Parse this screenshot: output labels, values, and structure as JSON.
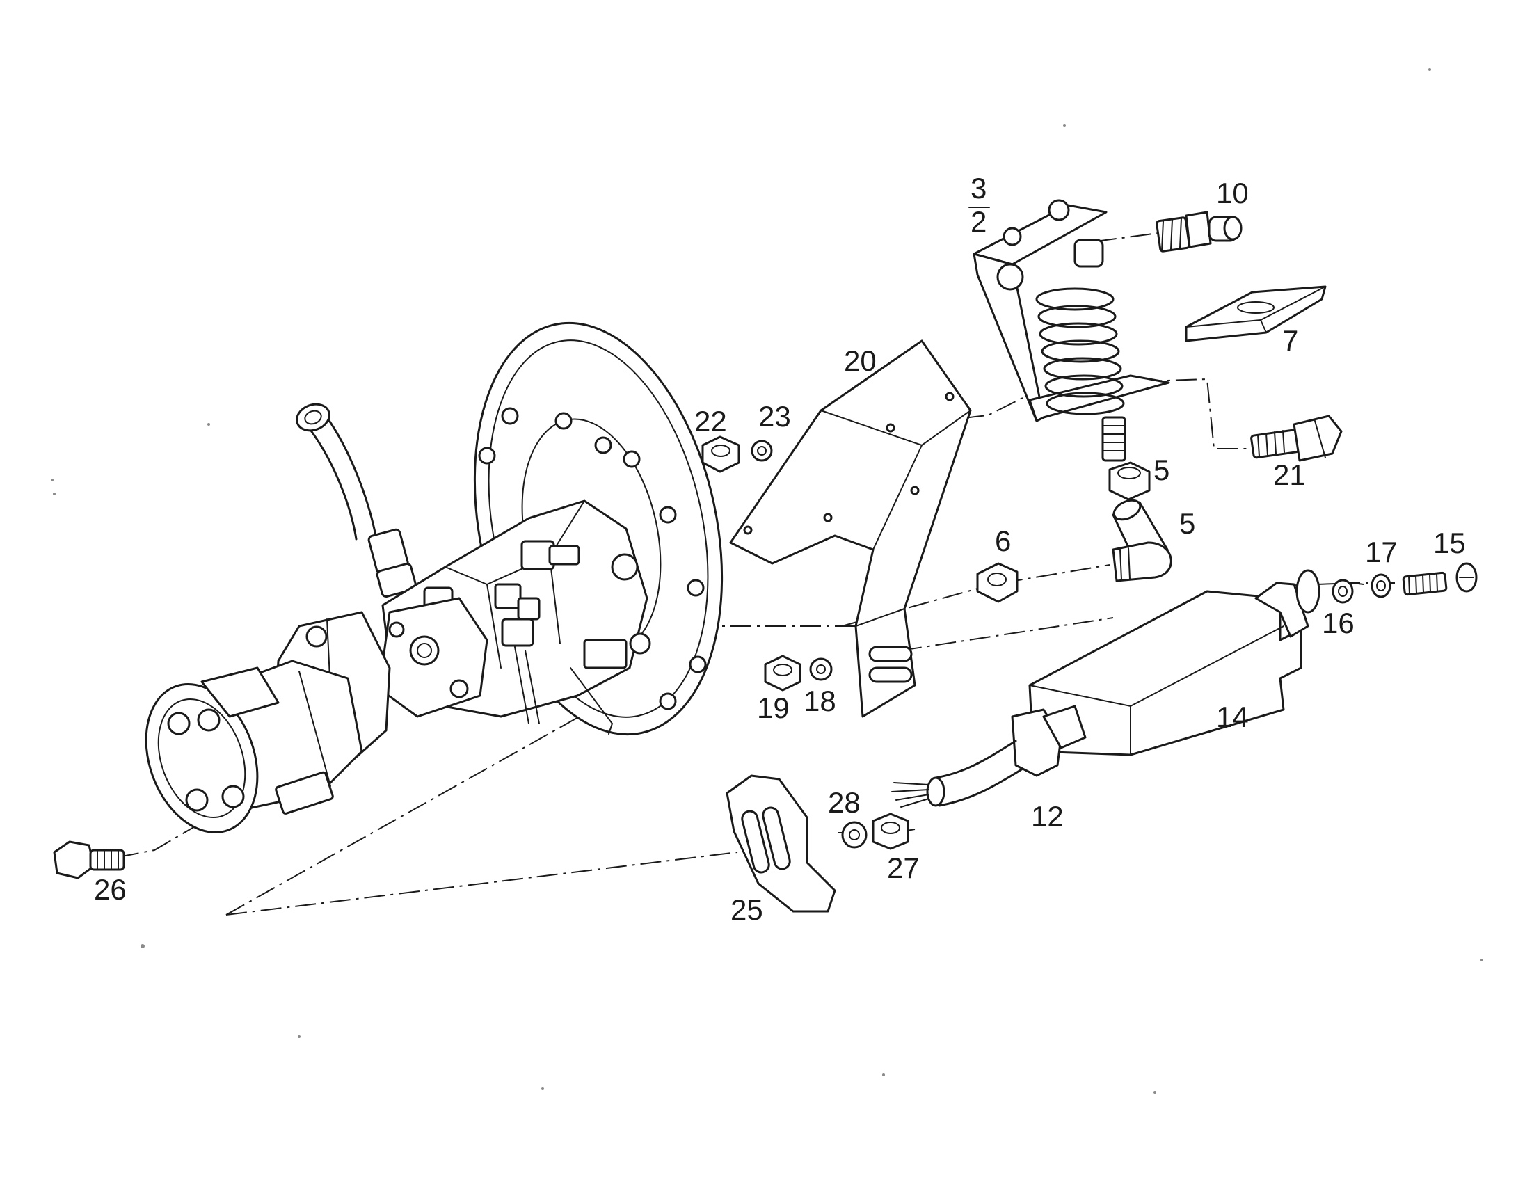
{
  "callouts": {
    "c2": "2",
    "c3": "3",
    "c5a": "5",
    "c5b": "5",
    "c6": "6",
    "c7": "7",
    "c10": "10",
    "c12": "12",
    "c14": "14",
    "c15": "15",
    "c16": "16",
    "c17": "17",
    "c18": "18",
    "c19": "19",
    "c20": "20",
    "c21": "21",
    "c22": "22",
    "c23": "23",
    "c25": "25",
    "c26": "26",
    "c27": "27",
    "c28": "28"
  },
  "colors": {
    "ink": "#1a1a1a",
    "paper": "#ffffff"
  }
}
